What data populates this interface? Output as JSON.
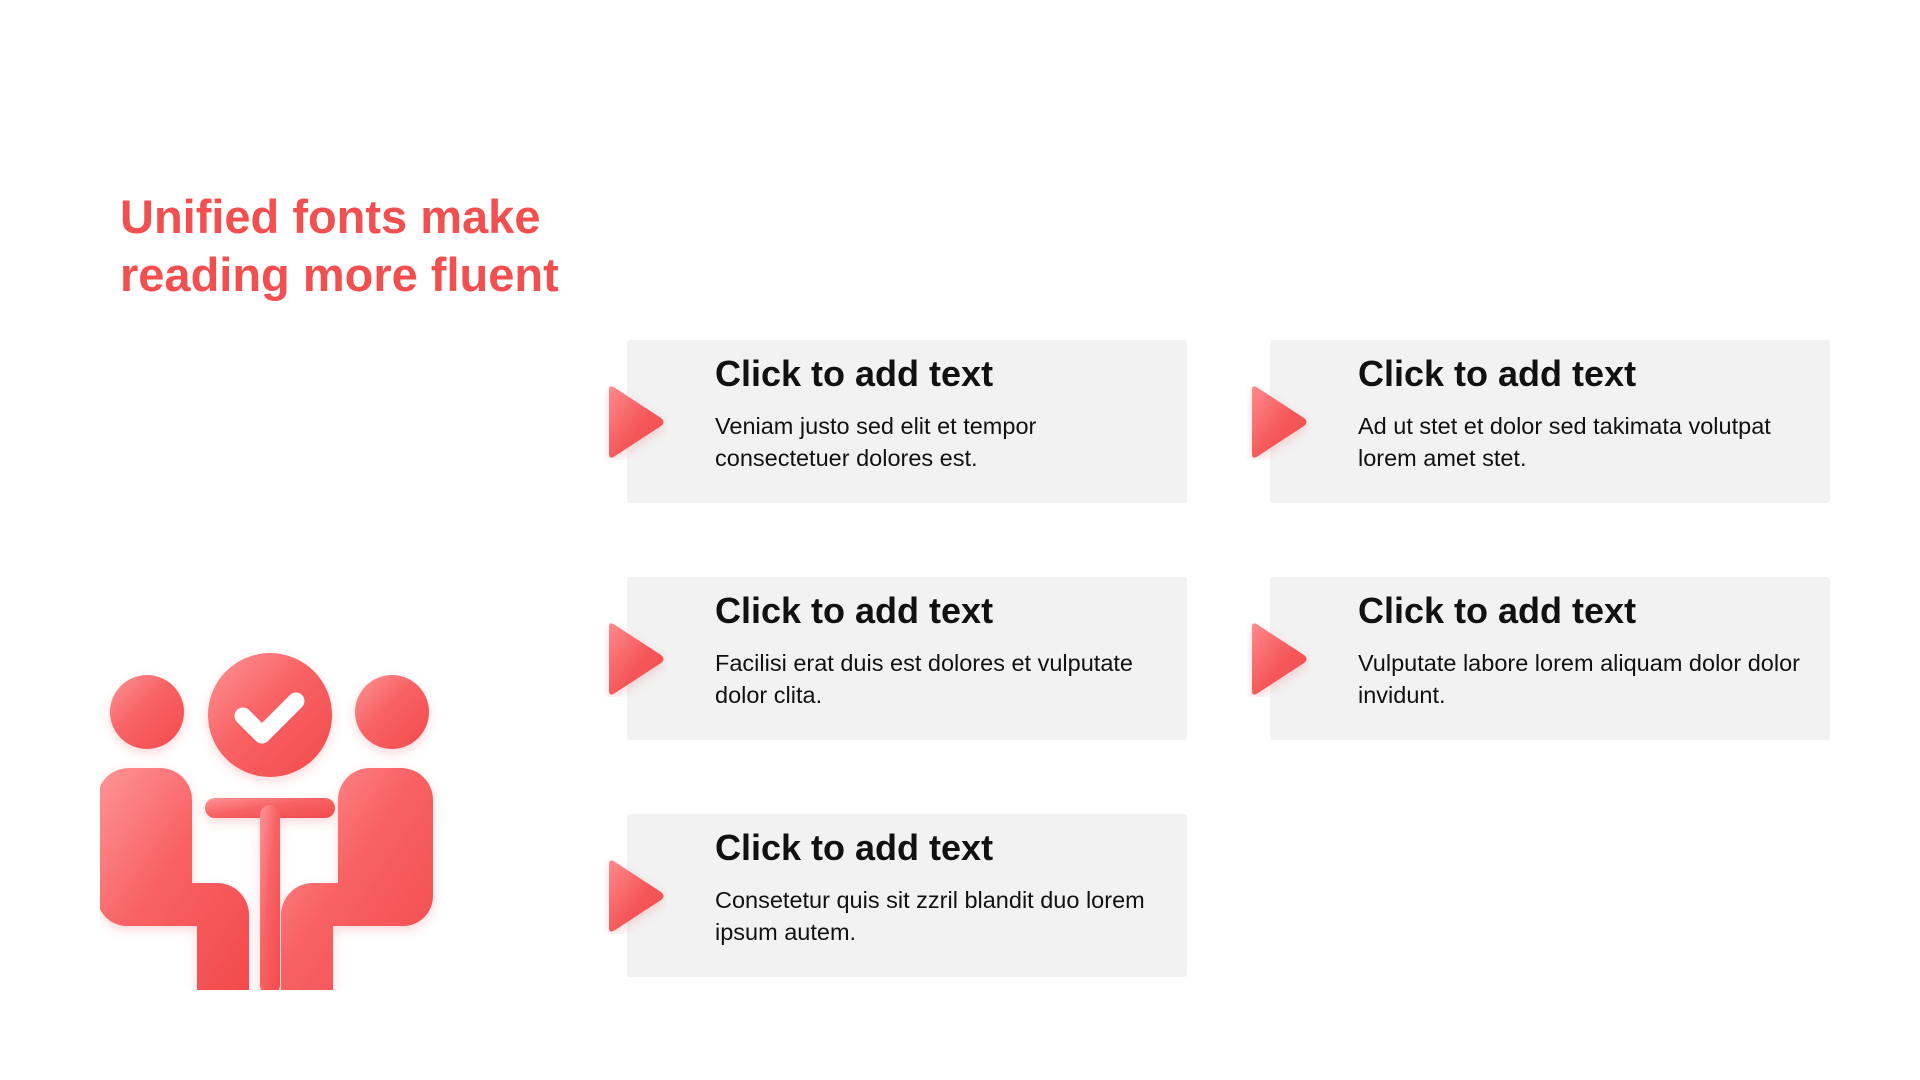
{
  "slide": {
    "title": "Unified fonts make\nreading more fluent",
    "accent_color": "#f24f51",
    "card_background": "#f2f2f2"
  },
  "illustration": {
    "icon": "meeting-approval-icon"
  },
  "cards": [
    {
      "heading": "Click to add text",
      "body": "Veniam justo sed elit et tempor consectetuer dolores est.",
      "icon": "play-arrow-icon"
    },
    {
      "heading": "Click to add text",
      "body": "Ad ut stet et dolor sed takimata volutpat lorem amet stet.",
      "icon": "play-arrow-icon"
    },
    {
      "heading": "Click to add text",
      "body": "Facilisi erat duis est dolores et vulputate dolor clita.",
      "icon": "play-arrow-icon"
    },
    {
      "heading": "Click to add text",
      "body": "Vulputate labore lorem aliquam dolor dolor invidunt.",
      "icon": "play-arrow-icon"
    },
    {
      "heading": "Click to add text",
      "body": "Consetetur quis sit zzril blandit duo lorem ipsum autem.",
      "icon": "play-arrow-icon"
    }
  ]
}
